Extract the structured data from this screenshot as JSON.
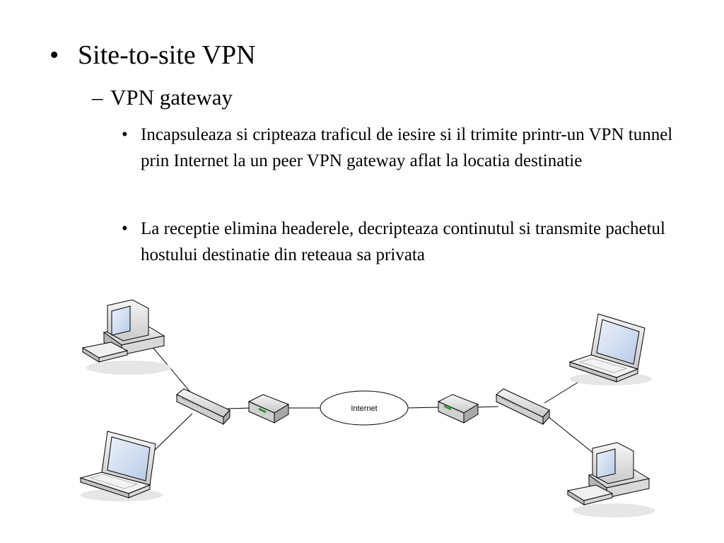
{
  "slide": {
    "bullet1": {
      "marker": "•",
      "text": "Site-to-site VPN"
    },
    "bullet2": {
      "marker": "–",
      "text": "VPN gateway"
    },
    "bullet3": {
      "marker": "•",
      "text": "Incapsuleaza si cripteaza traficul de iesire si il trimite printr-un VPN tunnel prin Internet la un peer VPN gateway aflat la locatia destinatie"
    },
    "bullet4": {
      "marker": "•",
      "text": "La receptie elimina headerele, decripteaza continutul si transmite pachetul hostului destinatie din reteaua sa privata"
    }
  },
  "diagram": {
    "cloud_label": "Internet",
    "colors": {
      "screen": "#c8d8f0",
      "device": "#e8e8e8",
      "led": "#2e9a2e",
      "stroke": "#000000"
    }
  }
}
